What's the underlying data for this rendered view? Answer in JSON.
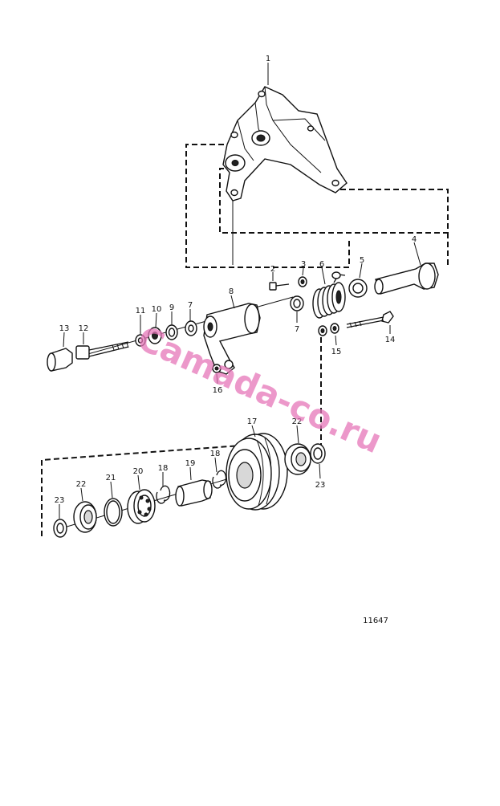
{
  "figure_number": "11647",
  "watermark": "Camada-co.ru",
  "callouts": [
    "1",
    "2",
    "3",
    "4",
    "5",
    "6",
    "7",
    "8",
    "9",
    "10",
    "11",
    "12",
    "13",
    "14",
    "15",
    "16",
    "17",
    "18",
    "19",
    "20",
    "21",
    "22",
    "23"
  ],
  "labels": {
    "1": "1",
    "2": "2",
    "3": "3",
    "4": "4",
    "5": "5",
    "6": "6",
    "7a": "7",
    "7b": "7",
    "8": "8",
    "9": "9",
    "10": "10",
    "11": "11",
    "12": "12",
    "13": "13",
    "14": "14",
    "15": "15",
    "16": "16",
    "17": "17",
    "18a": "18",
    "18b": "18",
    "19": "19",
    "20": "20",
    "21": "21",
    "22a": "22",
    "22b": "22",
    "23a": "23",
    "23b": "23"
  }
}
